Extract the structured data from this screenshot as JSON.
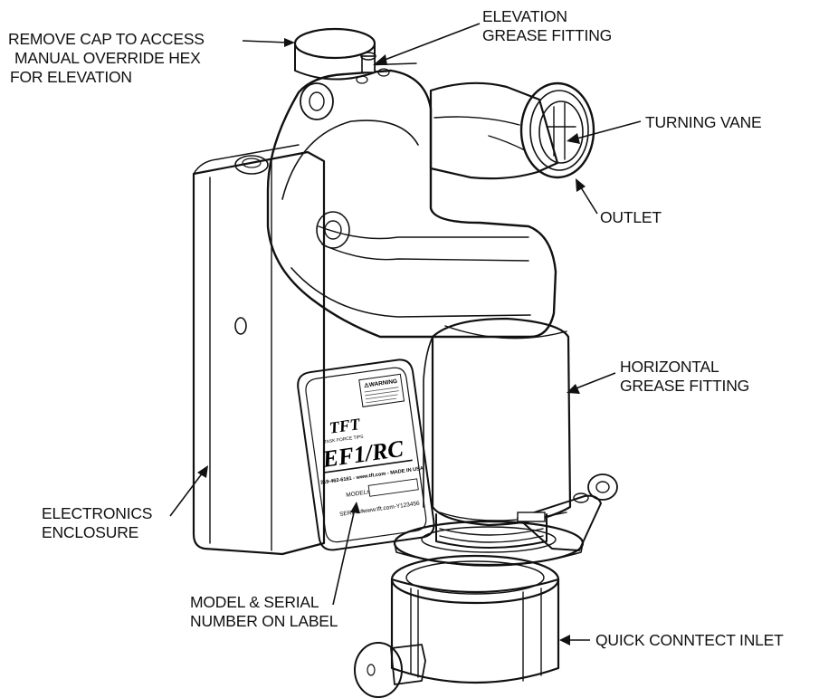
{
  "callouts": {
    "remove_cap": [
      "REMOVE CAP TO ACCESS",
      "MANUAL OVERRIDE HEX",
      "FOR ELEVATION"
    ],
    "elevation_grease": [
      "ELEVATION",
      "GREASE FITTING"
    ],
    "turning_vane": [
      "TURNING VANE"
    ],
    "outlet": [
      "OUTLET"
    ],
    "horizontal_grease": [
      "HORIZONTAL",
      "GREASE FITTING"
    ],
    "electronics": [
      "ELECTRONICS",
      "ENCLOSURE"
    ],
    "model_serial": [
      "MODEL & SERIAL",
      "NUMBER ON LABEL"
    ],
    "inlet": [
      "QUICK CONNTECT INLET"
    ]
  },
  "nameplate": {
    "brand": "TFT",
    "tagline": "TASK FORCE TIPS",
    "warning": "⚠WARNING",
    "product": "EF1/RC",
    "contact": "219-462-6161 - www.tft.com - MADE IN USA",
    "model_label": "MODEL#",
    "serial_label": "SERIAL#",
    "serial_value": "www.tft.com-Y123456"
  }
}
